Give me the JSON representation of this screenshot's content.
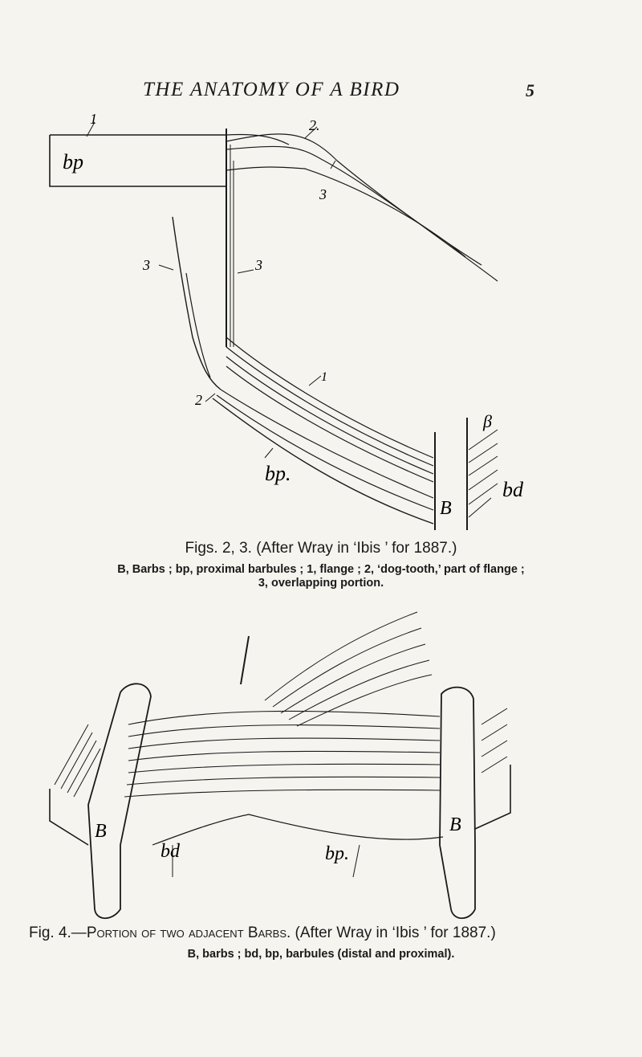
{
  "header": {
    "running_title": "THE ANATOMY OF A BIRD",
    "page_number": "5"
  },
  "figure_1": {
    "labels": {
      "one_top": "1",
      "two_top": "2.",
      "bp_top": "bp",
      "three_mid": "3",
      "three_left": "3",
      "three_right": "3",
      "one_mid": "1",
      "two_left": "2",
      "bp_lower": "bp.",
      "B": "B",
      "beta": "β",
      "bd": "bd"
    },
    "caption": "Figs. 2, 3. (After Wray in ‘Ibis ’ for 1887.)",
    "legend_line1": "B, Barbs ; bp, proximal barbules ; 1, flange ; 2, ‘dog-tooth,’ part of flange ;",
    "legend_line2": "3, overlapping portion."
  },
  "figure_2": {
    "labels": {
      "B_left": "B",
      "B_right": "B",
      "bd": "bd",
      "bp": "bp."
    },
    "caption_prefix": "Fig. 4.—",
    "caption_title": "Portion of two adjacent Barbs.",
    "caption_suffix": " (After Wray in ‘Ibis ’ for 1887.)",
    "legend": "B, barbs ; bd, bp, barbules (distal and proximal)."
  }
}
